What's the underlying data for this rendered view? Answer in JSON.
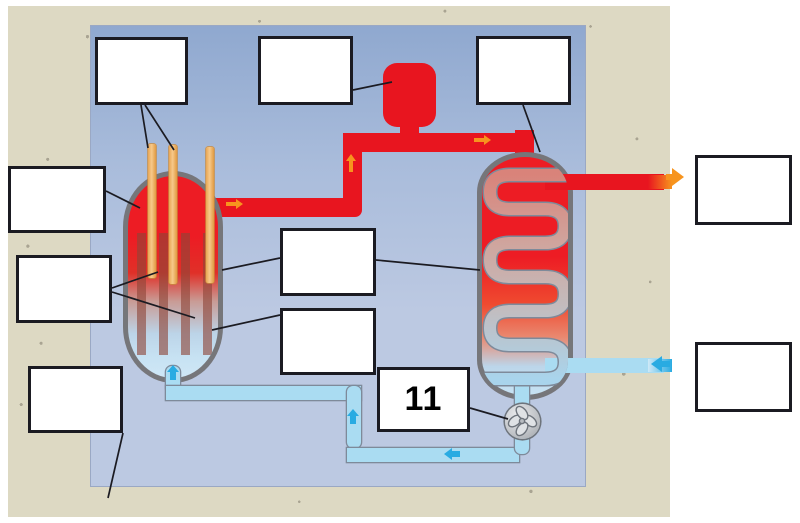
{
  "diagram": {
    "title": "Pressurized Water Reactor (PWR) Labeling Diagram",
    "type": "nuclear-power-plant-schematic",
    "palette": {
      "concrete": "#ddd9c3",
      "containment_interior_top": "#8fa8cf",
      "containment_interior_bottom": "#bcc9e2",
      "hot_loop_red": "#e8151f",
      "cold_loop_blue": "#aadcf2",
      "control_rod_orange": "#e8a552",
      "fuel_rod_brown": "#8e4538",
      "vessel_steel_gray": "#76767a",
      "arrow_orange": "#f7941e",
      "arrow_blue": "#29abe2",
      "label_box_border": "#1b1b22",
      "label_box_fill": "#ffffff"
    },
    "label_boxes": [
      {
        "id": "box-top-left",
        "text": ""
      },
      {
        "id": "box-top-center",
        "text": ""
      },
      {
        "id": "box-top-right",
        "text": ""
      },
      {
        "id": "box-left-upper",
        "text": ""
      },
      {
        "id": "box-left-middle",
        "text": ""
      },
      {
        "id": "box-left-lower",
        "text": ""
      },
      {
        "id": "box-center-upper",
        "text": ""
      },
      {
        "id": "box-center-lower",
        "text": ""
      },
      {
        "id": "box-number-eleven",
        "text": "11"
      },
      {
        "id": "box-right-upper",
        "text": ""
      },
      {
        "id": "box-right-lower",
        "text": ""
      }
    ],
    "components": {
      "containment_building": "concrete containment shell",
      "pressurizer": "pressurizer vessel",
      "reactor_pressure_vessel": "reactor pressure vessel with core",
      "control_rods": "control rods",
      "fuel_rods": "fuel rod assemblies",
      "hot_leg": "hot leg primary coolant pipe",
      "cold_leg": "cold leg primary coolant pipe",
      "steam_generator": "steam generator with heat exchanger coil",
      "coolant_pump": "coolant circulation pump",
      "steam_outlet": "steam outlet to turbine",
      "feedwater_inlet": "feedwater return inlet"
    },
    "flow_arrows": [
      {
        "id": "arrow-rpv-outlet",
        "direction": "right",
        "color": "orange"
      },
      {
        "id": "arrow-hot-riser",
        "direction": "up",
        "color": "orange"
      },
      {
        "id": "arrow-hot-to-sg",
        "direction": "right",
        "color": "orange"
      },
      {
        "id": "arrow-steam-out",
        "direction": "right",
        "color": "orange"
      },
      {
        "id": "arrow-feedwater-in",
        "direction": "left",
        "color": "blue"
      },
      {
        "id": "arrow-cold-to-rpv",
        "direction": "up",
        "color": "blue"
      },
      {
        "id": "arrow-cold-riser",
        "direction": "up",
        "color": "blue"
      },
      {
        "id": "arrow-cold-return",
        "direction": "left",
        "color": "blue"
      }
    ]
  }
}
